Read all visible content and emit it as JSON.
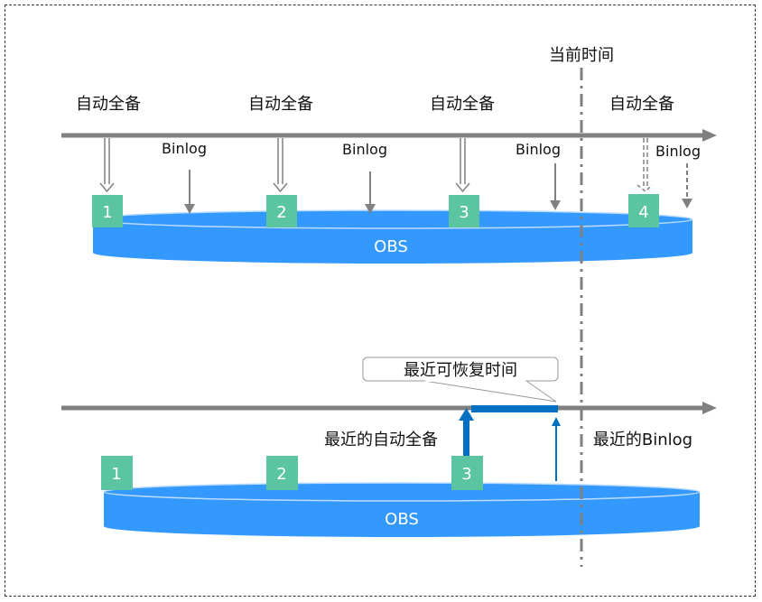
{
  "colors": {
    "timeline": "#808080",
    "cylinder": "#3399ff",
    "cylinder_rim": "#bcdcff",
    "badge": "#5bc4a0",
    "restore_blue": "#0070c0",
    "current_line": "#808080"
  },
  "top": {
    "full_backup_label": "自动全备",
    "binlog_label": "Binlog",
    "storage_label": "OBS",
    "current_time_label": "当前时间",
    "backups": [
      {
        "id": "1",
        "label": "自动全备",
        "future": false
      },
      {
        "id": "2",
        "label": "自动全备",
        "future": false
      },
      {
        "id": "3",
        "label": "自动全备",
        "future": false
      },
      {
        "id": "4",
        "label": "自动全备",
        "future": true
      }
    ],
    "binlogs": [
      {
        "label": "Binlog",
        "future": false
      },
      {
        "label": "Binlog",
        "future": false
      },
      {
        "label": "Binlog",
        "future": false
      },
      {
        "label": "Binlog",
        "future": true
      }
    ]
  },
  "bottom": {
    "storage_label": "OBS",
    "restore_window_label": "最近可恢复时间",
    "latest_full_backup_label": "最近的自动全备",
    "latest_binlog_label": "最近的Binlog",
    "backups": [
      {
        "id": "1"
      },
      {
        "id": "2"
      },
      {
        "id": "3"
      }
    ]
  }
}
